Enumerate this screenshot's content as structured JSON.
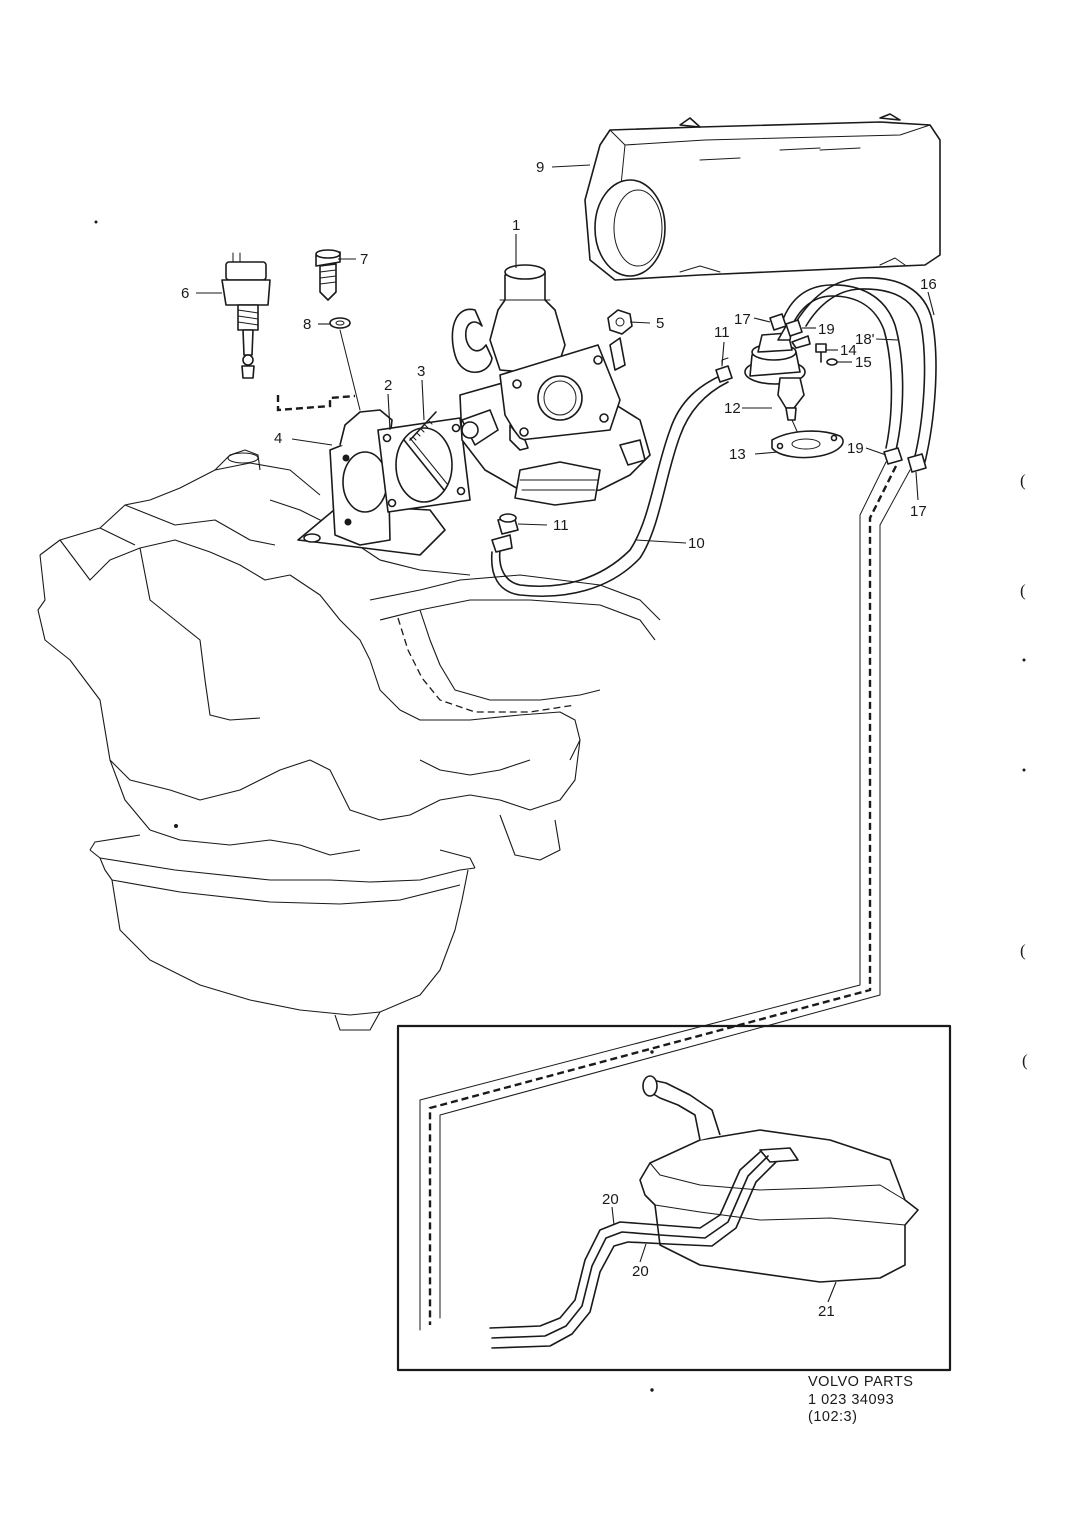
{
  "diagram": {
    "type": "exploded parts illustration",
    "callouts": [
      {
        "id": "c1",
        "label": "1"
      },
      {
        "id": "c2",
        "label": "2"
      },
      {
        "id": "c3",
        "label": "3"
      },
      {
        "id": "c4",
        "label": "4"
      },
      {
        "id": "c5",
        "label": "5"
      },
      {
        "id": "c6",
        "label": "6"
      },
      {
        "id": "c7",
        "label": "7"
      },
      {
        "id": "c8",
        "label": "8"
      },
      {
        "id": "c9",
        "label": "9"
      },
      {
        "id": "c10",
        "label": "10"
      },
      {
        "id": "c11a",
        "label": "11"
      },
      {
        "id": "c11b",
        "label": "11"
      },
      {
        "id": "c12",
        "label": "12"
      },
      {
        "id": "c13",
        "label": "13"
      },
      {
        "id": "c14",
        "label": "14"
      },
      {
        "id": "c15",
        "label": "15"
      },
      {
        "id": "c16",
        "label": "16"
      },
      {
        "id": "c17a",
        "label": "17"
      },
      {
        "id": "c17b",
        "label": "17"
      },
      {
        "id": "c18",
        "label": "18'"
      },
      {
        "id": "c19a",
        "label": "19"
      },
      {
        "id": "c19b",
        "label": "19"
      },
      {
        "id": "c20a",
        "label": "20"
      },
      {
        "id": "c20b",
        "label": "20"
      },
      {
        "id": "c21",
        "label": "21"
      }
    ],
    "margin_marks": [
      "(",
      "(",
      "(",
      "("
    ]
  },
  "reference_block": {
    "line1": "VOLVO PARTS",
    "line2": "1 023 34093",
    "line3": "(102:3)"
  }
}
